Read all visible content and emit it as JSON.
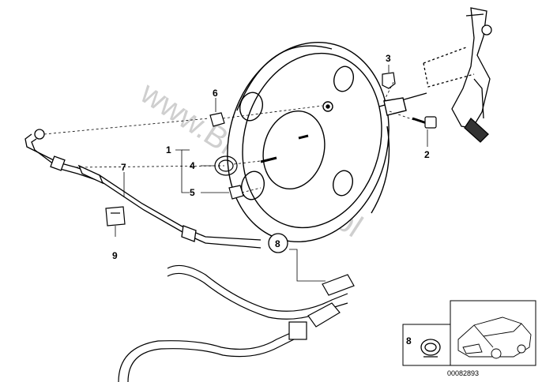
{
  "watermark": "www.BMWstore.pl",
  "doc_number": "00082893",
  "callouts": {
    "c1": "1",
    "c2": "2",
    "c3": "3",
    "c4": "4",
    "c5": "5",
    "c6": "6",
    "c7": "7",
    "c8": "8",
    "c9": "9",
    "inset": "8"
  }
}
